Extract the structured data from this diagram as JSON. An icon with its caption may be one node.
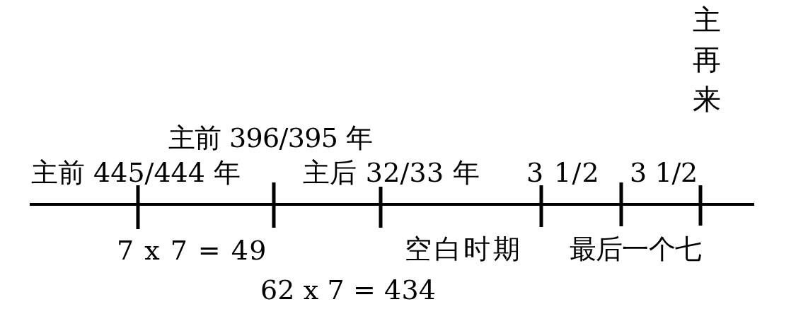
{
  "diagram": {
    "labels": [
      "主再来",
      "主前 396/395 年",
      "主前 445/444 年",
      "主后 32/33 年",
      "3 1/2",
      "3 1/2",
      "7 x 7 = 49",
      "空白时期",
      "最后一个七",
      "62 x 7 = 434"
    ]
  }
}
